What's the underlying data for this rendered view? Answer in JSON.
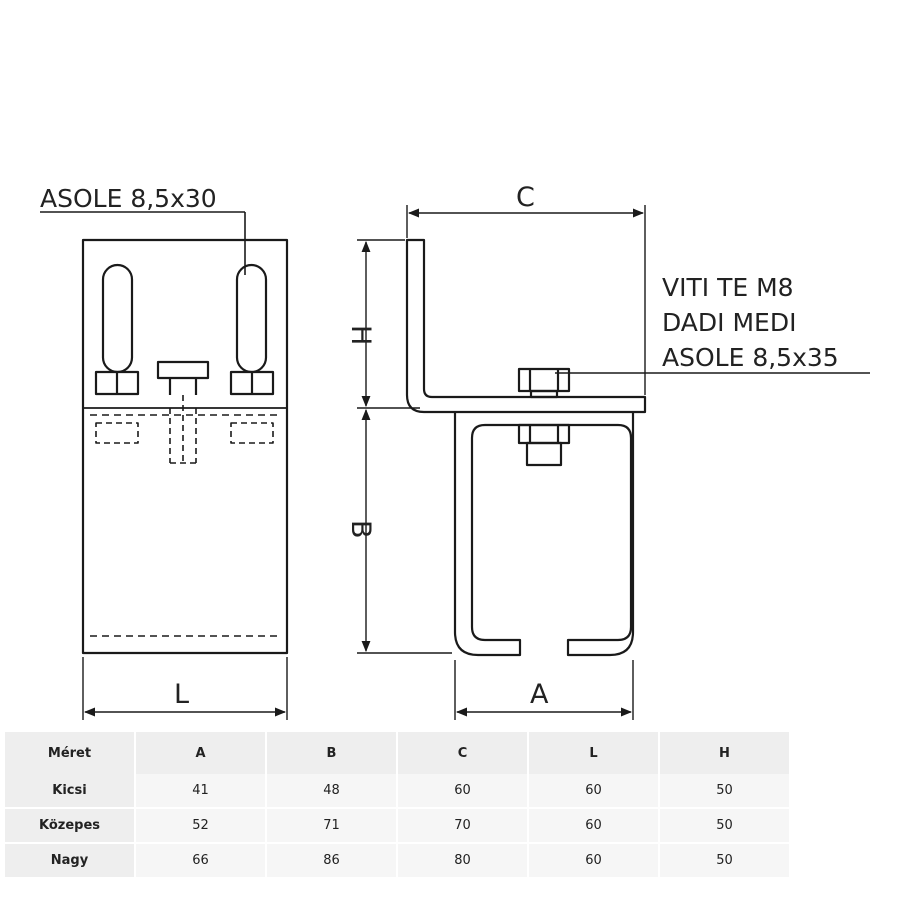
{
  "drawing": {
    "left_note": "ASOLE 8,5x30",
    "right_note": [
      "VITI TE M8",
      "DADI MEDI",
      "ASOLE 8,5x35"
    ],
    "dimensions": {
      "C": "C",
      "H": "H",
      "B": "B",
      "L": "L",
      "A": "A"
    }
  },
  "table": {
    "headers": [
      "Méret",
      "A",
      "B",
      "C",
      "L",
      "H"
    ],
    "rows": [
      [
        "Kicsi",
        "41",
        "48",
        "60",
        "60",
        "50"
      ],
      [
        "Közepes",
        "52",
        "71",
        "70",
        "60",
        "50"
      ],
      [
        "Nagy",
        "66",
        "86",
        "80",
        "60",
        "50"
      ]
    ]
  },
  "colors": {
    "line": "#1a1a1a",
    "header_bg": "#eeeeee",
    "row_bg": "#f6f6f6"
  }
}
